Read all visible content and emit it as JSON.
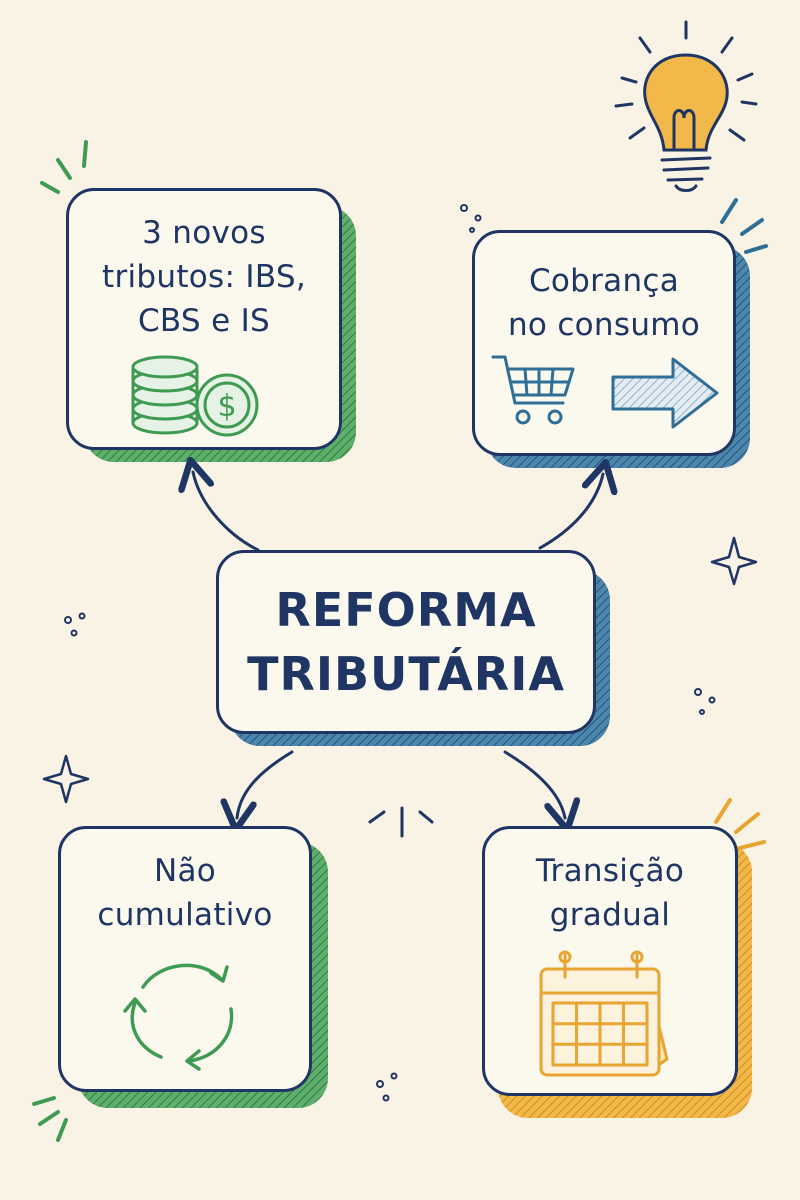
{
  "diagram": {
    "center": {
      "label": "REFORMA\nTRIBUTÁRIA"
    },
    "nodes": [
      {
        "label": "3 novos\ntributos: IBS,\nCBS e IS",
        "icon": "coins-icon",
        "accent": "#3f9a52"
      },
      {
        "label": "Cobrança\nno consumo",
        "icon": "shopping-cart-icon",
        "accent": "#2f6f96"
      },
      {
        "label": "Não\ncumulativo",
        "icon": "recycle-arrows-icon",
        "accent": "#3f9a52"
      },
      {
        "label": "Transição\ngradual",
        "icon": "calendar-icon",
        "accent": "#e8a531"
      }
    ],
    "decorations": [
      "lightbulb-icon",
      "sparkle-icon",
      "sparkle-icon"
    ]
  },
  "colors": {
    "background": "#f8f3e4",
    "ink": "#1f3564",
    "green": "#3f9a52",
    "blue": "#2f6f96",
    "orange": "#e8a531"
  }
}
